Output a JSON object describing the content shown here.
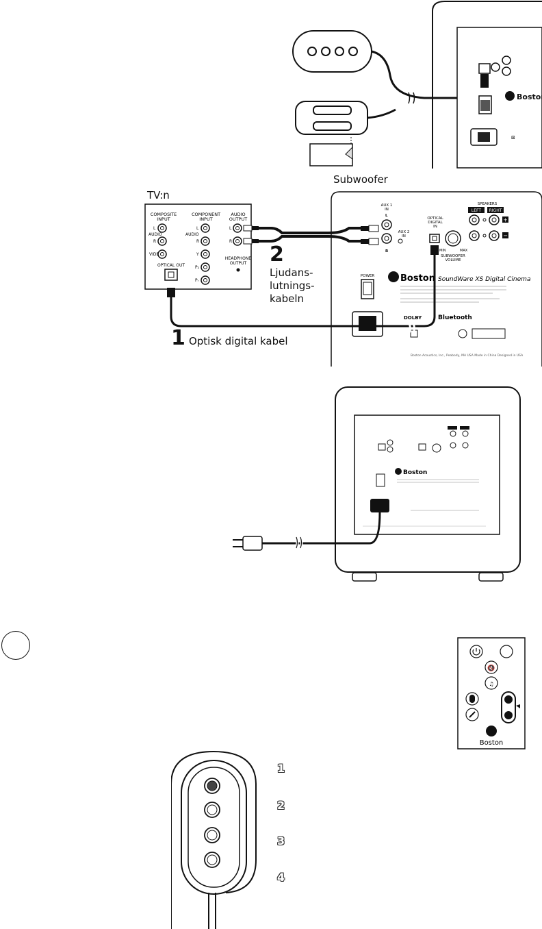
{
  "labels": {
    "subwoofer": "Subwoofer",
    "tv": "TV:n",
    "cable1_num": "1",
    "cable1_text": "Optisk digital kabel",
    "cable2_num": "2",
    "cable2_line1": "Ljudans-",
    "cable2_line2": "lutnings-",
    "cable2_line3": "kabeln"
  },
  "tv_panel": {
    "composite": [
      "COMPOSITE",
      "INPUT"
    ],
    "component": [
      "COMPONENT",
      "INPUT"
    ],
    "audio_output": [
      "AUDIO",
      "OUTPUT"
    ],
    "l": "L",
    "r": "R",
    "audio": "AUDIO",
    "video": "VIDEO",
    "y": "Y",
    "pb": "P₂",
    "pr": "Pᵣ",
    "optical_out": "OPTICAL OUT",
    "headphone": [
      "HEADPHONE",
      "OUTPUT"
    ]
  },
  "sub_panel": {
    "aux1": [
      "AUX 1",
      "IN"
    ],
    "aux2": [
      "AUX 2",
      "IN"
    ],
    "optical": [
      "OPTICAL",
      "DIGITAL",
      "IN"
    ],
    "speakers": "SPEAKERS",
    "left": "LEFT",
    "right": "RIGHT",
    "power": "POWER",
    "volume": [
      "SUBWOOFER",
      "VOLUME"
    ],
    "brand": "Boston",
    "model": "SoundWare XS Digital Cinema",
    "bluetooth": "Bluetooth",
    "dolby": "DOLBY",
    "footer": "Boston Acoustics, Inc., Peabody, MA USA   Made in China   Designed in USA",
    "l": "L",
    "r": "R",
    "min": "MIN",
    "max": "MAX"
  },
  "remote": {
    "brand": "Boston"
  },
  "control_numbers": [
    "1",
    "2",
    "3",
    "4"
  ]
}
